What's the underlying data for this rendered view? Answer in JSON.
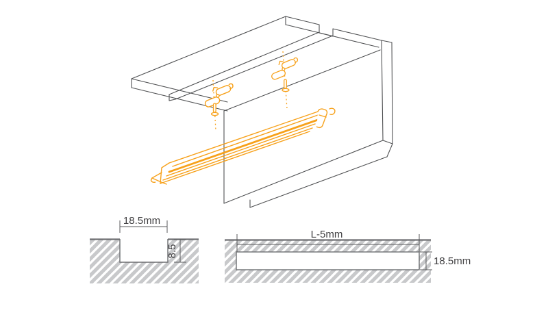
{
  "figure": {
    "kind": "led-profile-installation-technical-drawing",
    "views": {
      "isometric_installation": "cabinet recess with mounting clips, screws and led profile",
      "groove_cross_section": "hatched material with routed groove",
      "slot_front_view": "hatched material with long slot"
    }
  },
  "cross_section_figure": {
    "width_dimension": "18.5mm",
    "depth_dimension": "8.5"
  },
  "front_view_figure": {
    "length_dimension": "L-5mm",
    "height_dimension": "18.5mm"
  },
  "colors": {
    "accent_orange": "#F7A11A",
    "line_gray": "#4F5052",
    "dim_line_gray": "#58595B",
    "edge_dark": "#6D6E71",
    "hatch_fill": "#C8C9CB",
    "hatch_stripe": "#FFFFFF",
    "background": "#FFFFFF",
    "text": "#414042"
  }
}
